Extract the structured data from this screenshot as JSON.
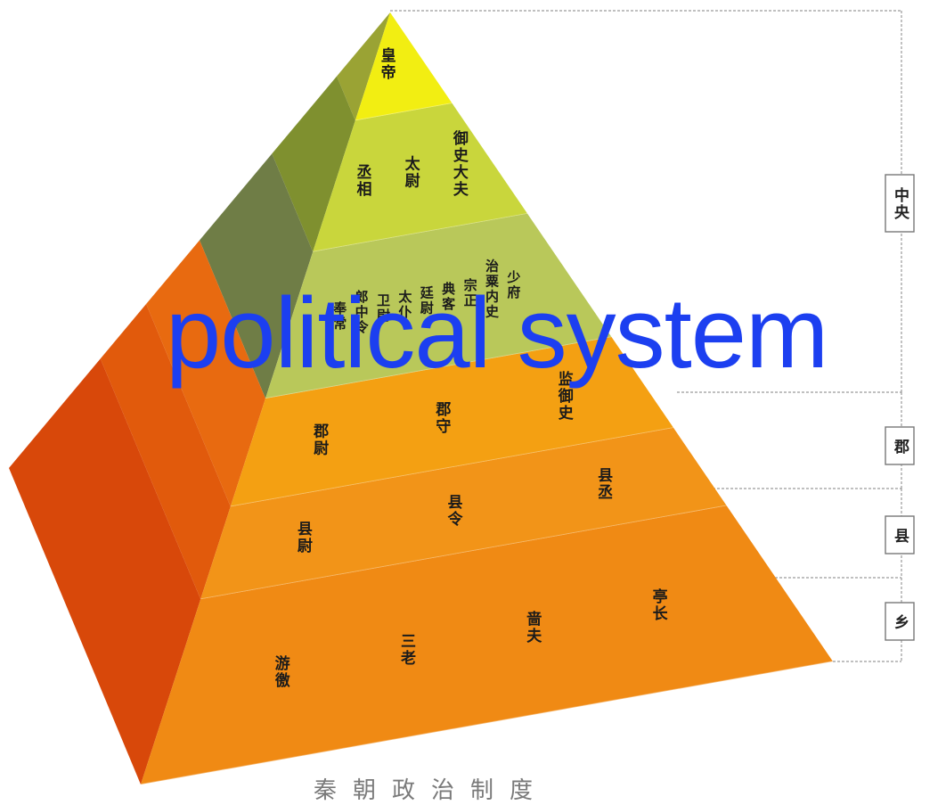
{
  "overlay_title": "political system",
  "pyramid": {
    "tiers": [
      {
        "labels": [
          "皇帝"
        ]
      },
      {
        "labels": [
          "丞相",
          "太尉",
          "御史大夫"
        ]
      },
      {
        "labels": [
          "奉常",
          "郎中令",
          "卫尉",
          "太仆",
          "廷尉",
          "典客",
          "宗正",
          "治粟内史",
          "少府"
        ]
      },
      {
        "labels": [
          "郡尉",
          "郡守",
          "监御史"
        ]
      },
      {
        "labels": [
          "县尉",
          "县令",
          "县丞"
        ]
      },
      {
        "labels": [
          "游徼",
          "三老",
          "啬夫",
          "亭长"
        ]
      }
    ]
  },
  "levels": [
    {
      "label": "中央"
    },
    {
      "label": "郡"
    },
    {
      "label": "县"
    },
    {
      "label": "乡"
    }
  ],
  "caption": "秦朝政治制度",
  "colors": {
    "title": "#1c3ff0",
    "tier_front": [
      "#f2ee12",
      "#c9d63c",
      "#b9c85a",
      "#f4a012",
      "#f29418",
      "#f08a14"
    ],
    "tier_side": [
      "#9aa334",
      "#7f902f",
      "#6f7d46",
      "#e86a10",
      "#e15a0c",
      "#d8480a"
    ]
  }
}
